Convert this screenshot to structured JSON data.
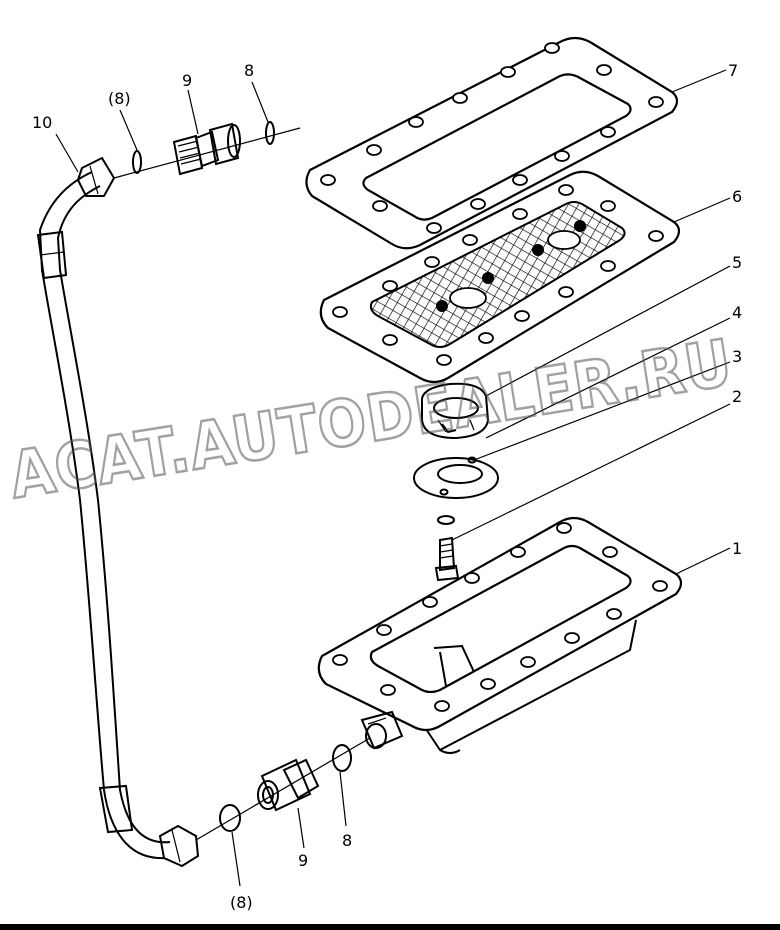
{
  "callouts": {
    "c1": "1",
    "c2": "2",
    "c3": "3",
    "c4": "4",
    "c5": "5",
    "c6": "6",
    "c7": "7",
    "c8_top": "8",
    "c8_paren_top": "(8)",
    "c9_top": "9",
    "c10": "10",
    "c8_bottom": "8",
    "c9_bottom": "9",
    "c8_paren_bottom": "(8)"
  },
  "watermark": "ACAT.AUTODEALER.RU"
}
